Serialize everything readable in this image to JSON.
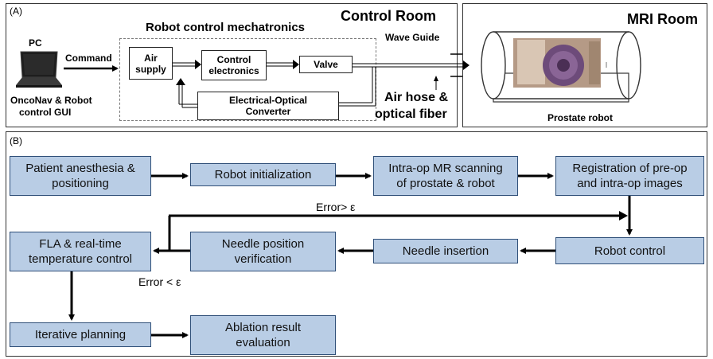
{
  "panel_a": {
    "label": "(A)",
    "control_room": "Control  Room",
    "mri_room": "MRI Room",
    "robot_control_title": "Robot control mechatronics",
    "pc": "PC",
    "command": "Command",
    "gui_line1": "OncoNav & Robot",
    "gui_line2": "control GUI",
    "air_supply_line1": "Air",
    "air_supply_line2": "supply",
    "control_electronics_line1": "Control",
    "control_electronics_line2": "electronics",
    "valve": "Valve",
    "converter_line1": "Electrical-Optical",
    "converter_line2": "Converter",
    "wave_guide": "Wave Guide",
    "air_hose_line1": "Air hose &",
    "air_hose_line2": "optical fiber",
    "prostate_robot": "Prostate robot"
  },
  "panel_b": {
    "label": "(B)",
    "patient_line1": "Patient anesthesia &",
    "patient_line2": "positioning",
    "robot_init": "Robot initialization",
    "intraop_line1": "Intra-op MR scanning",
    "intraop_line2": "of prostate & robot",
    "registration_line1": "Registration of pre-op",
    "registration_line2": "and intra-op images",
    "robot_control": "Robot control",
    "needle_insertion": "Needle insertion",
    "needle_verif_line1": "Needle position",
    "needle_verif_line2": "verification",
    "fla_line1": "FLA & real-time",
    "fla_line2": "temperature control",
    "iterative": "Iterative planning",
    "ablation_line1": "Ablation result",
    "ablation_line2": "evaluation",
    "error_gt": "Error> ε",
    "error_lt": "Error < ε"
  },
  "colors": {
    "flow_box_fill": "#b9cde5",
    "flow_box_border": "#2f4f78"
  }
}
